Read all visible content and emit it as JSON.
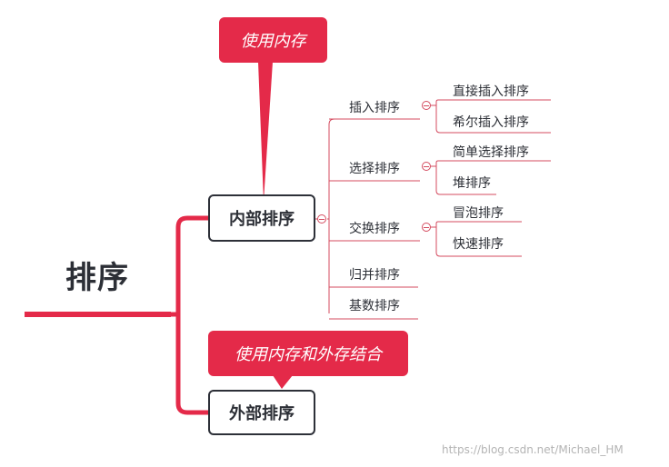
{
  "root": {
    "label": "排序"
  },
  "branches": {
    "internal": {
      "label": "内部排序",
      "callout": "使用内存",
      "children": [
        {
          "label": "插入排序",
          "children": [
            "直接插入排序",
            "希尔插入排序"
          ]
        },
        {
          "label": "选择排序",
          "children": [
            "简单选择排序",
            "堆排序"
          ]
        },
        {
          "label": "交换排序",
          "children": [
            "冒泡排序",
            "快速排序"
          ]
        },
        {
          "label": "归并排序"
        },
        {
          "label": "基数排序"
        }
      ]
    },
    "external": {
      "label": "外部排序",
      "callout": "使用内存和外存结合"
    }
  },
  "watermark": "https://blog.csdn.net/Michael_HM",
  "colors": {
    "accent": "#e42a49",
    "thin_line": "#d44b5f",
    "node_border": "#2d3038",
    "text": "#2c2f36",
    "watermark": "#b4b4b4"
  }
}
